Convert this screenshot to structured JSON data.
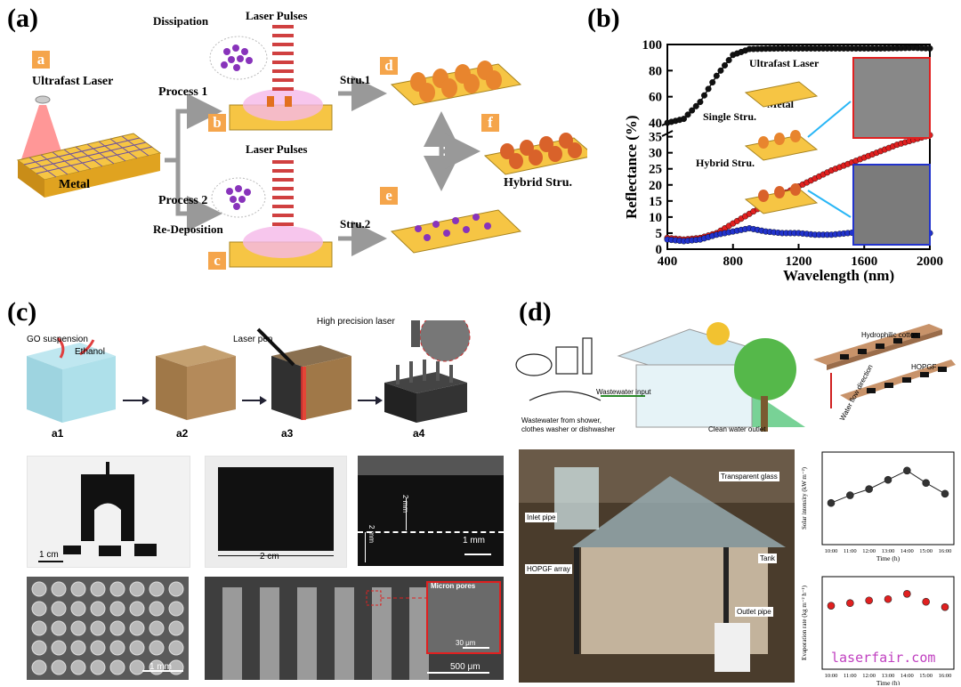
{
  "panel_labels": {
    "a": "(a)",
    "b": "(b)",
    "c": "(c)",
    "d": "(d)"
  },
  "panel_a": {
    "badges": [
      "a",
      "b",
      "c",
      "d",
      "e",
      "f"
    ],
    "ultrafast_laser": "Ultrafast Laser",
    "metal": "Metal",
    "dissipation": "Dissipation",
    "laser_pulses": "Laser Pulses",
    "process1": "Process 1",
    "process2": "Process 2",
    "re_deposition": "Re-Deposition",
    "stru1": "Stru.1",
    "stru2": "Stru.2",
    "hybrid": "Hybrid Stru."
  },
  "panel_b": {
    "inset_ultrafast": "Ultrafast Laser",
    "inset_metal": "Metal",
    "single": "Single Stru.",
    "hybrid": "Hybrid Stru."
  },
  "chart_data": [
    {
      "type": "line",
      "xlabel": "Wavelength (nm)",
      "ylabel": "Reflectance (%)",
      "xlim": [
        400,
        2000
      ],
      "x_ticks": [
        "400",
        "800",
        "1200",
        "1600",
        "2000"
      ],
      "y_ticks_lower": [
        "0",
        "5",
        "10",
        "15",
        "20",
        "25",
        "30",
        "35"
      ],
      "y_ticks_upper": [
        "40",
        "60",
        "80",
        "100"
      ],
      "axis_break": [
        36,
        40
      ],
      "x": [
        400,
        500,
        600,
        700,
        800,
        900,
        1000,
        1100,
        1200,
        1300,
        1400,
        1500,
        1600,
        1700,
        1800,
        1900,
        2000
      ],
      "series": [
        {
          "color": "#111111",
          "values": [
            40,
            43,
            56,
            76,
            92,
            96.5,
            96.8,
            97,
            97,
            97,
            97,
            97,
            97,
            97,
            97.2,
            97.5,
            97
          ]
        },
        {
          "color": "#e02020",
          "values": [
            3.5,
            3,
            3.5,
            5,
            8,
            11,
            14,
            17,
            19.5,
            22,
            24.5,
            26.5,
            28.5,
            30.5,
            32.5,
            34,
            35.5
          ]
        },
        {
          "color": "#2233cc",
          "values": [
            3,
            2.5,
            3,
            4.5,
            5.5,
            6.5,
            5.5,
            5,
            5,
            4.5,
            4.5,
            5,
            5.5,
            5.5,
            6,
            5.5,
            5
          ]
        }
      ]
    },
    {
      "type": "line",
      "xlabel": "Time (h)",
      "ylabel": "Solar intensity (kW m⁻²)",
      "categories": [
        "10:00",
        "11:00",
        "12:00",
        "13:00",
        "14:00",
        "15:00",
        "16:00"
      ],
      "values": [
        0.47,
        0.52,
        0.56,
        0.62,
        0.68,
        0.6,
        0.53
      ]
    },
    {
      "type": "scatter",
      "xlabel": "Time (h)",
      "ylabel": "Evaporation rate (kg m⁻² h⁻¹)",
      "categories": [
        "10:00",
        "11:00",
        "12:00",
        "13:00",
        "14:00",
        "15:00",
        "16:00"
      ],
      "values": [
        0.78,
        0.8,
        0.82,
        0.83,
        0.87,
        0.81,
        0.77
      ]
    }
  ],
  "panel_c": {
    "go_suspension": "GO suspension",
    "ethanol": "Ethanol",
    "laser_pen": "Laser pen",
    "high_precision": "High precision laser",
    "steps": [
      "a1",
      "a2",
      "a3",
      "a4"
    ],
    "scale_1cm": "1 cm",
    "scale_2cm": "2 cm",
    "scale_2mm_a": "2 mm",
    "scale_2mm_b": "2 mm",
    "scale_1mm_a": "1 mm",
    "scale_1mm_b": "1 mm",
    "micron_pores": "Micron pores",
    "scale_30um": "30 μm",
    "scale_500um": "500 μm"
  },
  "panel_d": {
    "wastewater_input": "Wastewater input",
    "wastewater_from": "Wastewater from shower,",
    "wastewater_from2": "clothes washer or dishwasher",
    "clean_water": "Clean water outlet",
    "hydrophilic": "Hydrophilic cotton",
    "hopgf": "HOPGF",
    "water_flow": "Water flow direction",
    "transparent_glass": "Transparent glass",
    "inlet_pipe": "Inlet pipe",
    "tank": "Tank",
    "hopgf_array": "HOPGF array",
    "outlet_pipe": "Outlet pipe"
  },
  "watermark": "laserfair.com"
}
